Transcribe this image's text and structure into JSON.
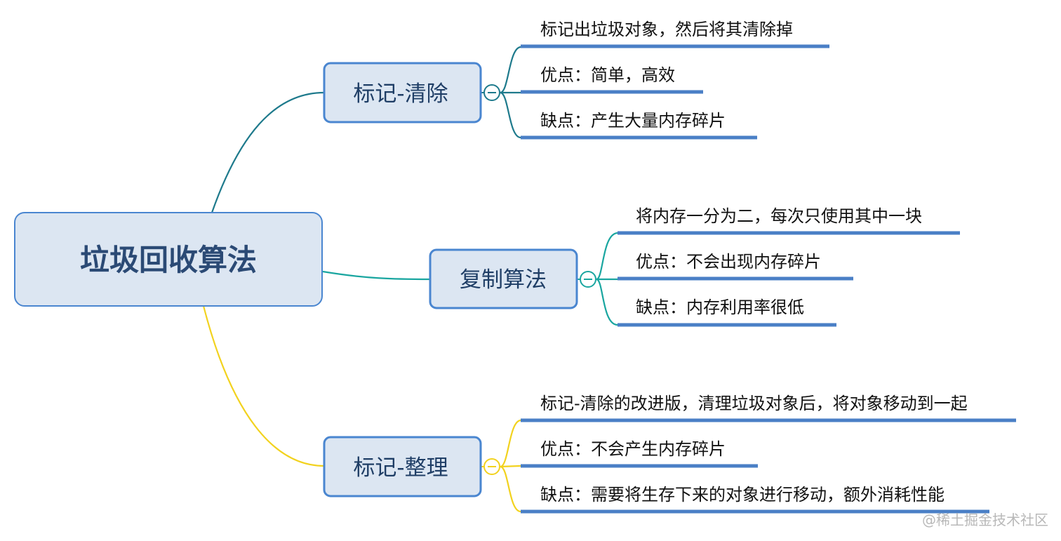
{
  "root": {
    "label": "垃圾回收算法"
  },
  "branches": [
    {
      "label": "标记-清除",
      "color": "#1e7a8c",
      "leaves": [
        "标记出垃圾对象，然后将其清除掉",
        "优点：简单，高效",
        "缺点：产生大量内存碎片"
      ]
    },
    {
      "label": "复制算法",
      "color": "#1aa6a0",
      "leaves": [
        "将内存一分为二，每次只使用其中一块",
        "优点：不会出现内存碎片",
        "缺点：内存利用率很低"
      ]
    },
    {
      "label": "标记-整理",
      "color": "#f2d21e",
      "leaves": [
        "标记-清除的改进版，清理垃圾对象后，将对象移动到一起",
        "优点：不会产生内存碎片",
        "缺点：需要将生存下来的对象进行移动，额外消耗性能"
      ]
    }
  ],
  "colors": {
    "node_fill": "#dce6f2",
    "node_stroke": "#4a86d0",
    "leaf_underline": "#4a7fc6"
  },
  "watermark": "@稀土掘金技术社区"
}
